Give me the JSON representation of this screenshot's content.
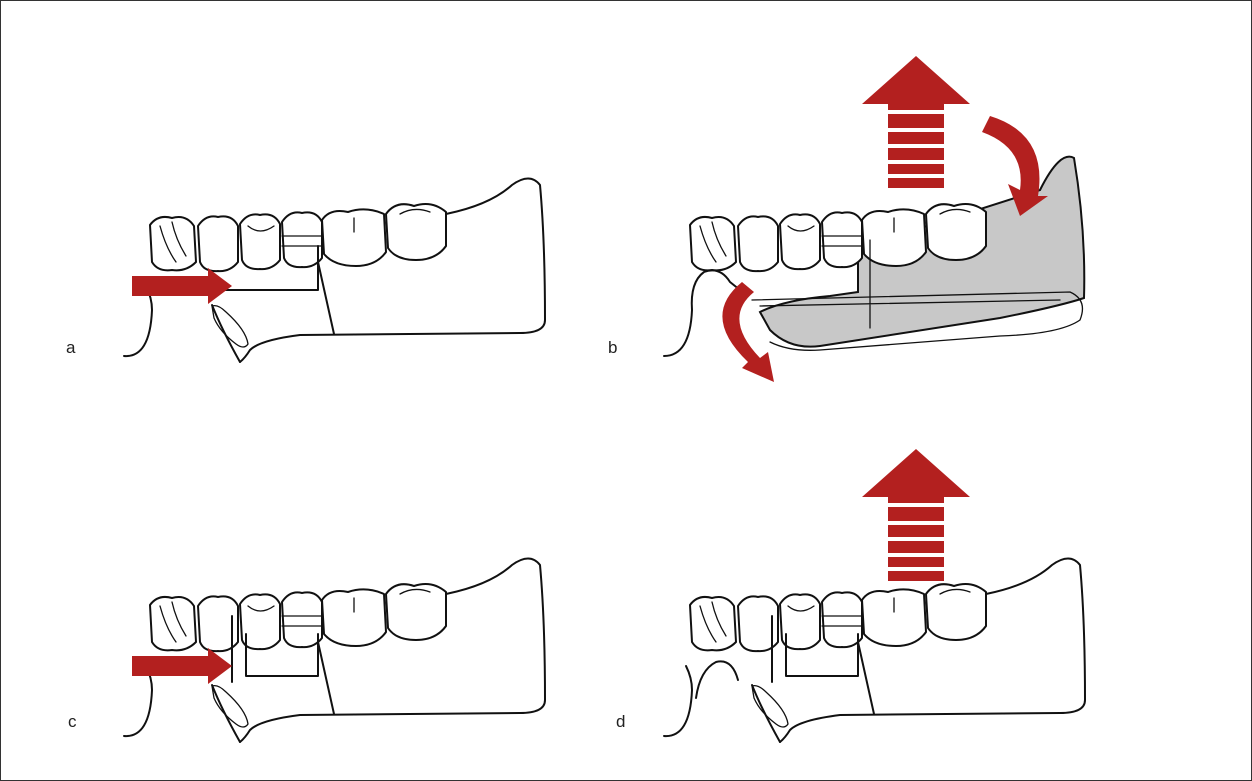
{
  "figure": {
    "panels": [
      {
        "id": "a",
        "label": "a",
        "force_arrows": [
          "horizontal-push-arrow"
        ],
        "shaded_appliance": false
      },
      {
        "id": "b",
        "label": "b",
        "force_arrows": [
          "vertical-lift-arrow",
          "rotation-arrow-posterior",
          "rotation-arrow-anterior"
        ],
        "shaded_appliance": true
      },
      {
        "id": "c",
        "label": "c",
        "force_arrows": [
          "horizontal-push-arrow"
        ],
        "shaded_appliance": false
      },
      {
        "id": "d",
        "label": "d",
        "force_arrows": [
          "vertical-lift-arrow"
        ],
        "shaded_appliance": false
      }
    ],
    "colors": {
      "arrow": "#b3201f",
      "appliance_fill": "#c8c8c8",
      "line": "#111111",
      "background": "#ffffff"
    }
  }
}
